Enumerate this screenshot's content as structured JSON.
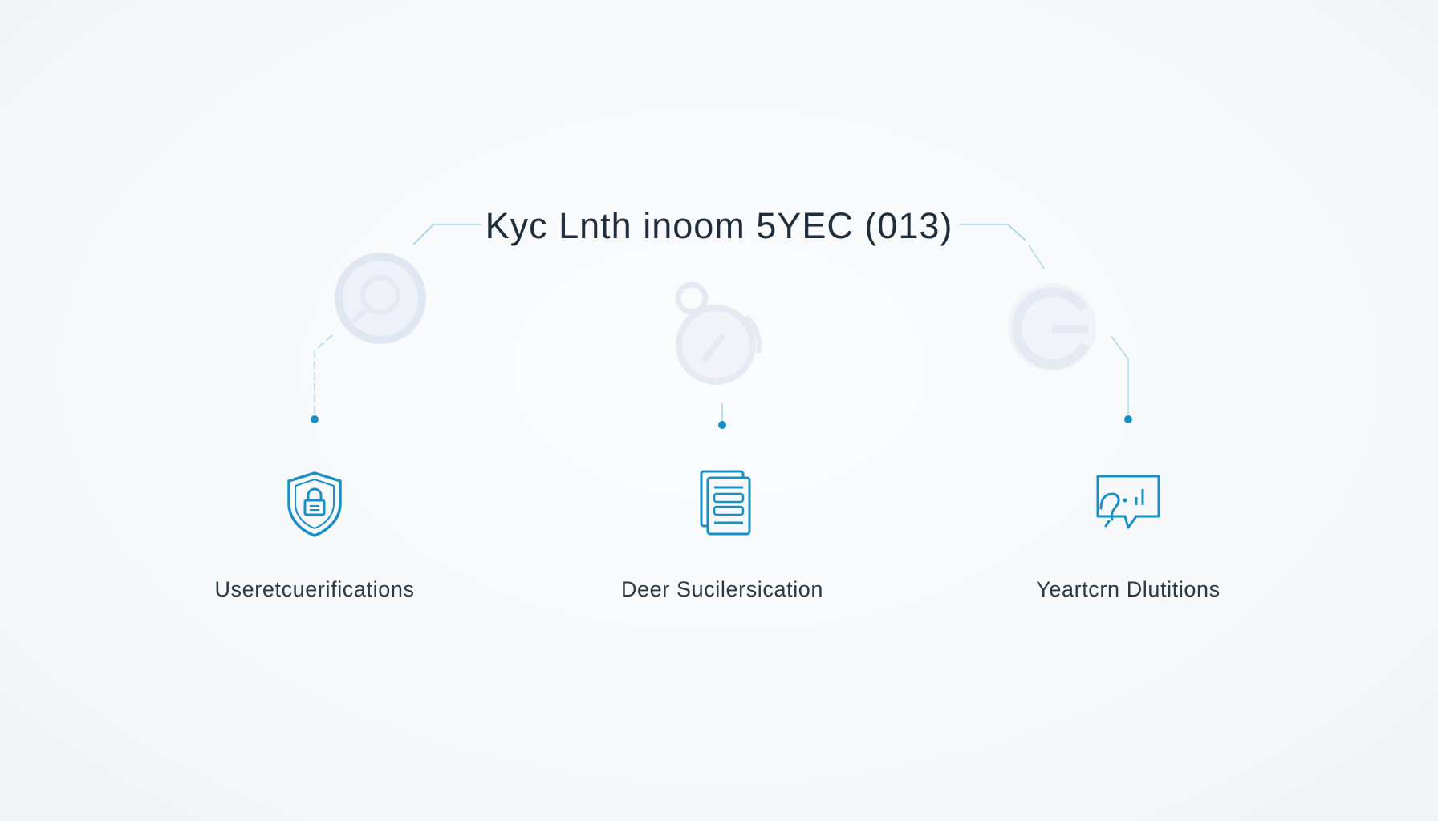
{
  "title": "Kyc Lnth inoom 5YEC (013)",
  "steps": [
    {
      "label": "Useretcuerifications",
      "icon": "shield-lock-icon"
    },
    {
      "label": "Deer Sucilersication",
      "icon": "documents-icon"
    },
    {
      "label": "Yeartcrn Dlutitions",
      "icon": "chat-analytics-icon"
    }
  ],
  "colors": {
    "accent": "#1a8fc4",
    "line": "#9fd3e6",
    "ghost": "#e3e9f2",
    "text": "#2a3a45"
  }
}
